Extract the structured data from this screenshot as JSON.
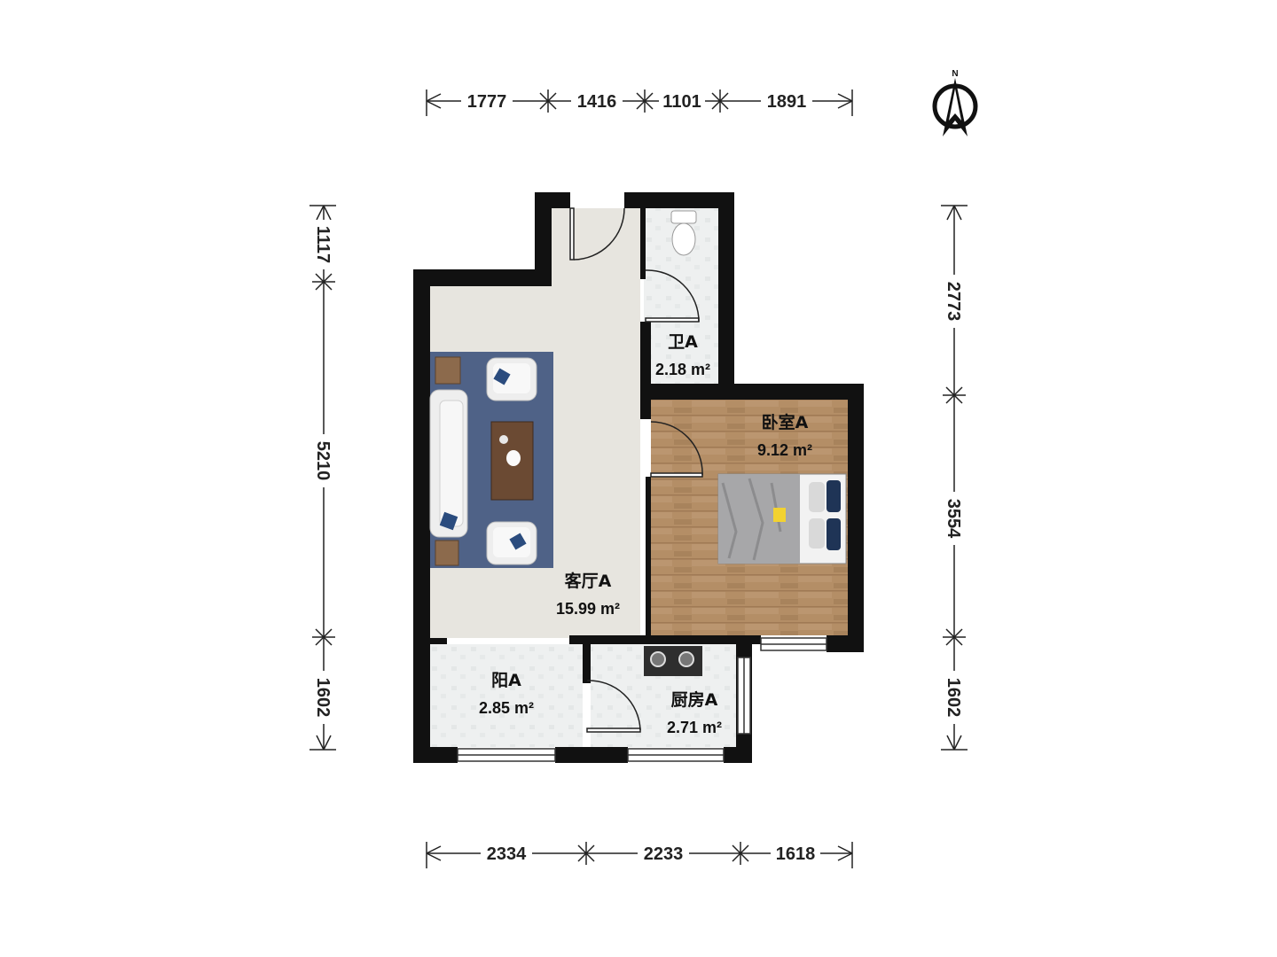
{
  "compass": {
    "label": "N"
  },
  "dimensions": {
    "top": [
      "1777",
      "1416",
      "1101",
      "1891"
    ],
    "bottom": [
      "2334",
      "2233",
      "1618"
    ],
    "left": [
      "1117",
      "5210",
      "1602"
    ],
    "right": [
      "2773",
      "3554",
      "1602"
    ]
  },
  "rooms": {
    "living": {
      "name": "客厅A",
      "area": "15.99 m²"
    },
    "bath": {
      "name": "卫A",
      "area": "2.18 m²"
    },
    "bedroom": {
      "name": "卧室A",
      "area": "9.12 m²"
    },
    "balcony": {
      "name": "阳A",
      "area": "2.85 m²"
    },
    "kitchen": {
      "name": "厨房A",
      "area": "2.71 m²"
    }
  },
  "colors": {
    "wall": "#111111",
    "living_floor": "#e7e5df",
    "tile_floor": "#eef0f0",
    "wood_floor": "#b48e66",
    "rug": "#4f6287",
    "sofa": "#eeeeee",
    "table": "#6b4a33",
    "window": "#ffffff"
  }
}
